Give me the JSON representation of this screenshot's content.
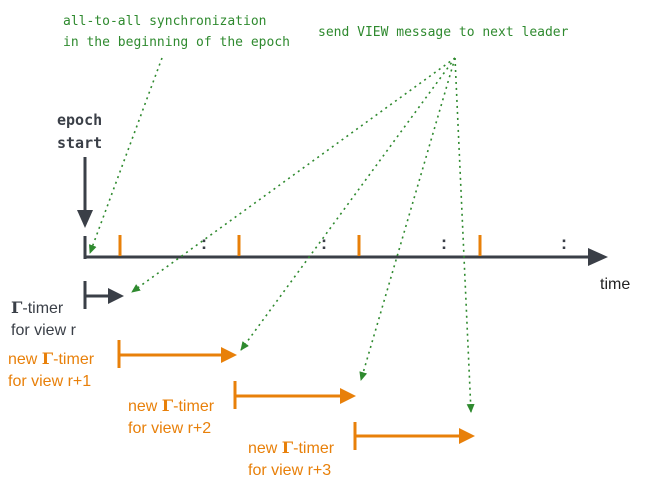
{
  "annotations": {
    "sync_line1": "all-to-all synchronization",
    "sync_line2": "in the beginning of the epoch",
    "view_msg": "send VIEW message to next leader"
  },
  "epoch": {
    "line1": "epoch",
    "line2": "start"
  },
  "axis": {
    "label": "time",
    "dots": ":"
  },
  "timers": [
    {
      "line1_prefix": "",
      "symbol": "Γ",
      "line1_suffix": "-timer",
      "line2": "for view r",
      "color": "#3a3f47"
    },
    {
      "line1_prefix": "new ",
      "symbol": "Γ",
      "line1_suffix": "-timer",
      "line2": "for view r+1",
      "color": "#e8800a"
    },
    {
      "line1_prefix": "new ",
      "symbol": "Γ",
      "line1_suffix": "-timer",
      "line2": "for view r+2",
      "color": "#e8800a"
    },
    {
      "line1_prefix": "new ",
      "symbol": "Γ",
      "line1_suffix": "-timer",
      "line2": "for view r+3",
      "color": "#e8800a"
    }
  ],
  "colors": {
    "axis": "#3a3f47",
    "accent": "#e8800a",
    "annotation": "#2f8a2f"
  }
}
